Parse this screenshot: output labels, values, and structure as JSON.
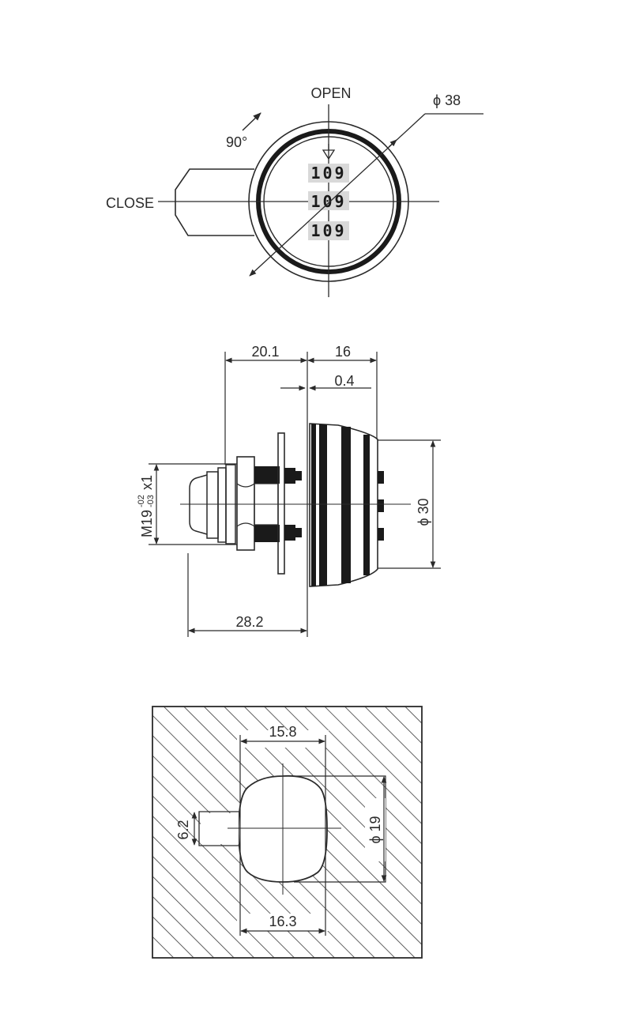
{
  "top_view": {
    "open_label": "OPEN",
    "close_label": "CLOSE",
    "rotation_label": "90°",
    "diameter_label": "ϕ 38",
    "counter_rows": [
      "109",
      "109",
      "109"
    ]
  },
  "side_view": {
    "dim_20_1": "20.1",
    "dim_16": "16",
    "dim_0_4": "0.4",
    "dim_28_2": "28.2",
    "dim_dia_30": "ϕ 30",
    "thread_main": "M19",
    "thread_tol_upper": "-02",
    "thread_tol_lower": "-03",
    "thread_pitch": "x1"
  },
  "cutout_view": {
    "dim_15_8": "15.8",
    "dim_16_3": "16.3",
    "dim_6_2": "6.2",
    "dim_dia_19": "ϕ 19"
  },
  "colors": {
    "line": "#2a2a2a",
    "counter_bg": "#d9d9d9",
    "hatch": "#3a3a3a"
  }
}
